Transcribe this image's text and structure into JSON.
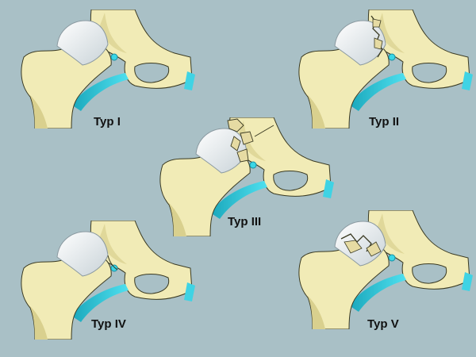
{
  "panels": [
    {
      "label": "Typ I"
    },
    {
      "label": "Typ II"
    },
    {
      "label": "Typ III"
    },
    {
      "label": "Typ IV"
    },
    {
      "label": "Typ V"
    }
  ],
  "colors": {
    "background": "#a9c0c6",
    "bone": "#f1ebb6",
    "bone_shadow": "#c9c27c",
    "bone_outline": "#3a3a22",
    "cartilage": "#eef3f6",
    "ligament": "#28c3d6",
    "fracture_fragment": "#e6dba3"
  },
  "icons": [
    "hip-joint-illustration",
    "femur-bone",
    "pelvis-bone",
    "femoral-head",
    "ligament-band"
  ]
}
